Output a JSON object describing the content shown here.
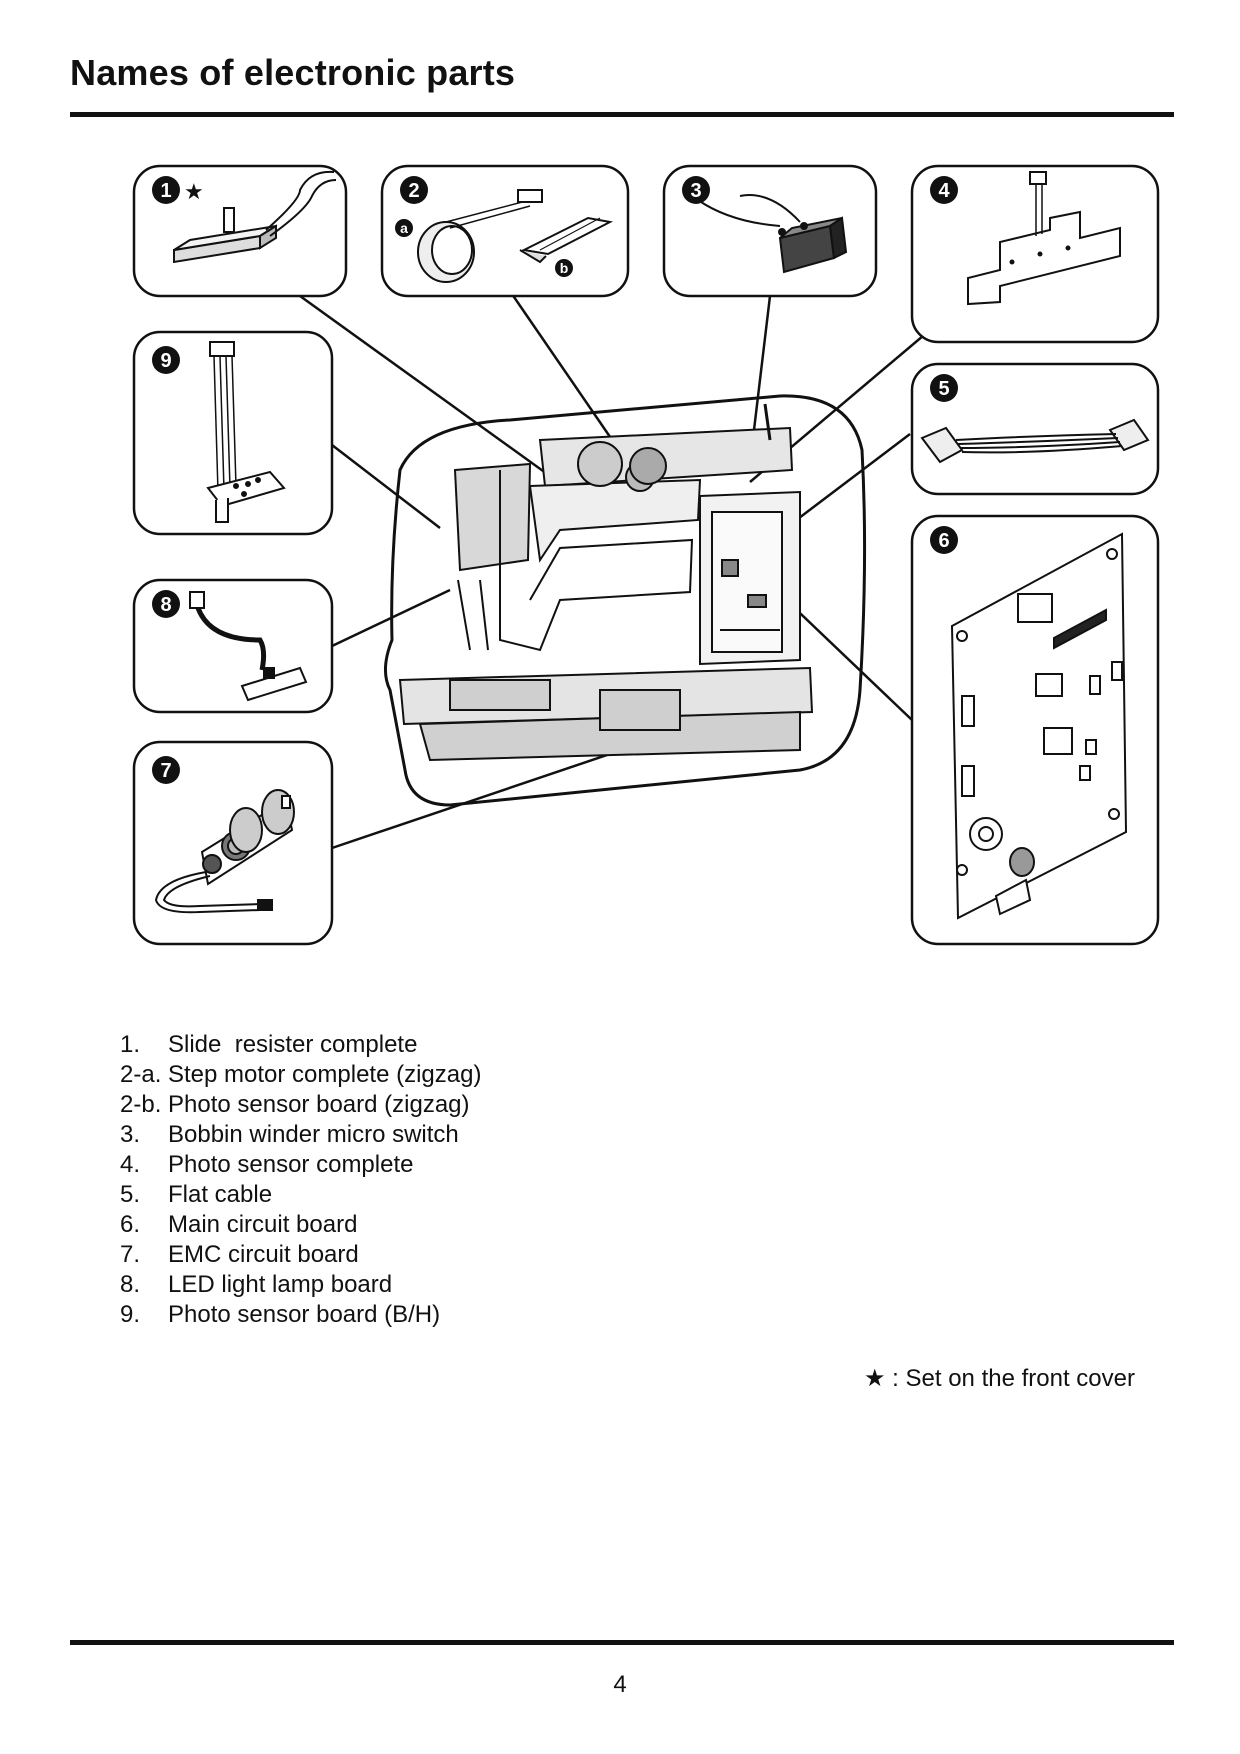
{
  "page": {
    "title": "Names of electronic parts",
    "page_number": "4",
    "note": "★ : Set on the front cover"
  },
  "figure": {
    "callouts": [
      "1",
      "2",
      "3",
      "4",
      "5",
      "6",
      "7",
      "8",
      "9"
    ],
    "sub_labels": [
      "a",
      "b"
    ],
    "star": "★"
  },
  "legend": [
    {
      "num": "1.",
      "text": "Slide  resister complete"
    },
    {
      "num": "2-a.",
      "text": "Step motor complete (zigzag)"
    },
    {
      "num": "2-b.",
      "text": "Photo sensor board (zigzag)"
    },
    {
      "num": "3.",
      "text": "Bobbin winder micro switch"
    },
    {
      "num": "4.",
      "text": "Photo sensor complete"
    },
    {
      "num": "5.",
      "text": "Flat cable"
    },
    {
      "num": "6.",
      "text": "Main circuit board"
    },
    {
      "num": "7.",
      "text": "EMC circuit board"
    },
    {
      "num": "8.",
      "text": "LED light lamp board"
    },
    {
      "num": "9.",
      "text": "Photo sensor board (B/H)"
    }
  ]
}
